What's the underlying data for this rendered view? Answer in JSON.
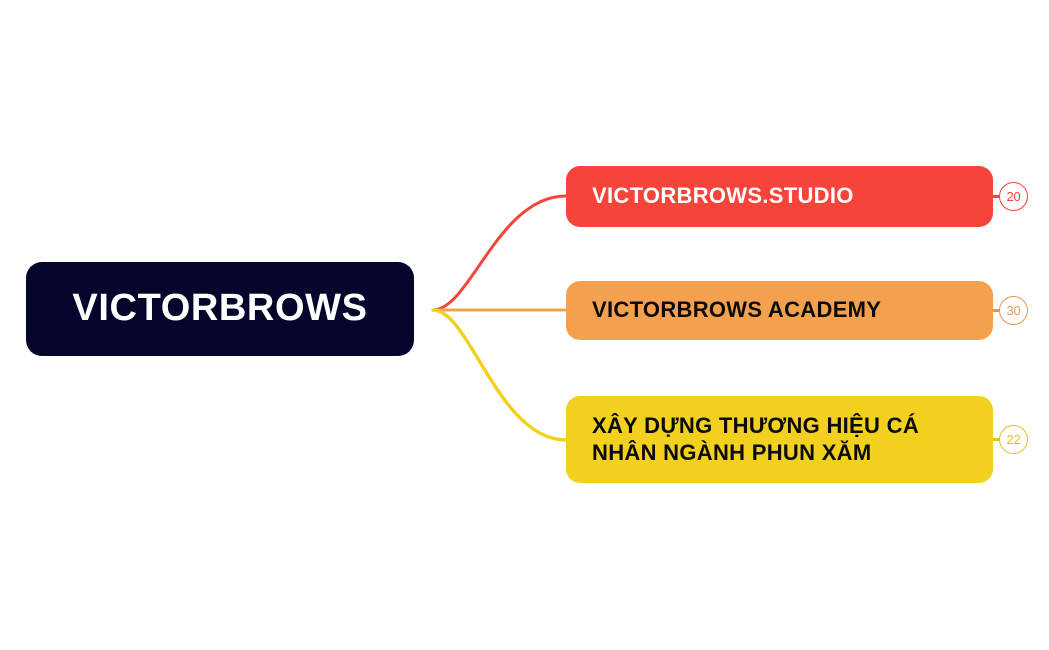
{
  "diagram": {
    "type": "mindmap",
    "title": "VICTORBROWS",
    "background_color": "#ffffff",
    "orientation": "left-to-right"
  },
  "root": {
    "label": "VICTORBROWS",
    "fill_color": "#05052c",
    "text_color": "#ffffff"
  },
  "branches": [
    {
      "label": "VICTORBROWS.STUDIO",
      "badge": "20",
      "fill_color": "#f7443b",
      "text_color": "#ffffff",
      "connector_color": "#f7443b"
    },
    {
      "label": "VICTORBROWS ACADEMY",
      "badge": "30",
      "fill_color": "#f4a14f",
      "text_color": "#0b0b0b",
      "connector_color": "#f4a14f"
    },
    {
      "label_line1": "XÂY DỰNG THƯƠNG HIỆU CÁ",
      "label_line2": "NHÂN NGÀNH PHUN XĂM",
      "badge": "22",
      "fill_color": "#f2d01e",
      "text_color": "#0b0b0b",
      "connector_color": "#f2d01e"
    }
  ]
}
